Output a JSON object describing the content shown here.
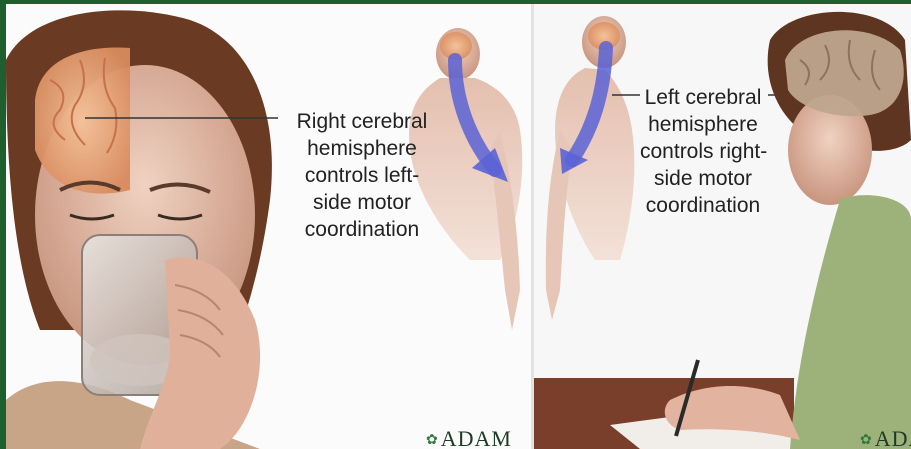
{
  "left_panel": {
    "caption_lines": [
      "Right cerebral",
      "hemisphere",
      "controls left-",
      "side motor",
      "coordination"
    ],
    "logo": "ADAM"
  },
  "right_panel": {
    "caption_lines": [
      "Left cerebral",
      "hemisphere",
      "controls right-",
      "side motor",
      "coordination"
    ],
    "logo": "ADAM"
  },
  "colors": {
    "frame": "#1f5f2e",
    "arrow": "#5b63d6",
    "brain": "#e9a57a",
    "skin": "#d9b19b"
  }
}
